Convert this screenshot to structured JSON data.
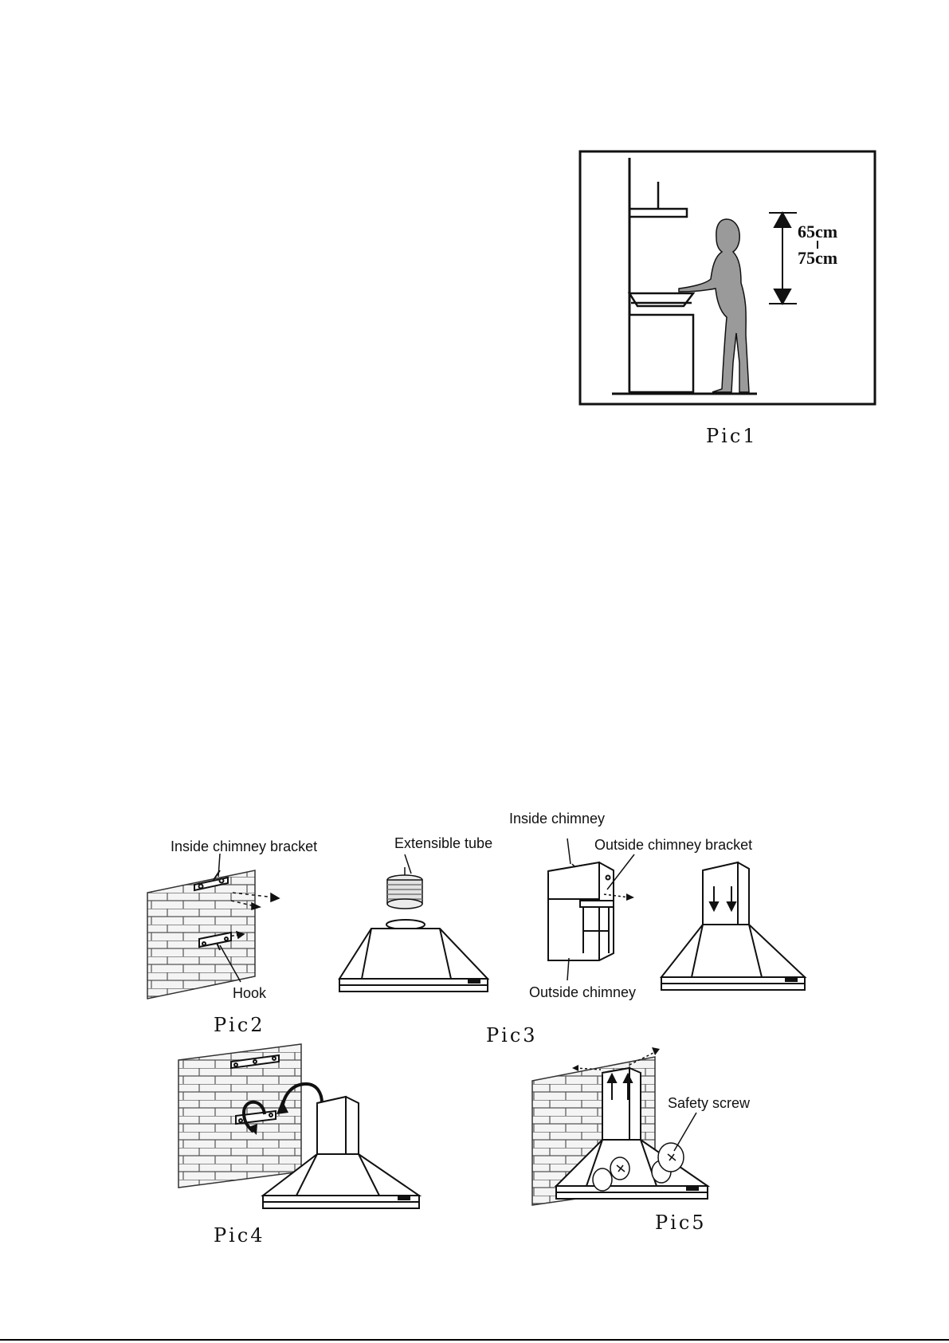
{
  "pic1": {
    "caption": "Pic1",
    "height_min": "65cm",
    "height_max": "75cm"
  },
  "pic2": {
    "caption": "Pic2",
    "label_bracket": "Inside chimney bracket",
    "label_hook": "Hook"
  },
  "pic3": {
    "caption": "Pic3",
    "label_tube": "Extensible tube",
    "label_inside_chimney": "Inside chimney",
    "label_outside_bracket": "Outside chimney bracket",
    "label_outside_chimney": "Outside chimney"
  },
  "pic4": {
    "caption": "Pic4"
  },
  "pic5": {
    "caption": "Pic5",
    "label_safety_screw": "Safety screw"
  },
  "colors": {
    "line": "#111111",
    "silhouette": "#9a9a9a",
    "brick_bg": "#f2f2f2"
  }
}
